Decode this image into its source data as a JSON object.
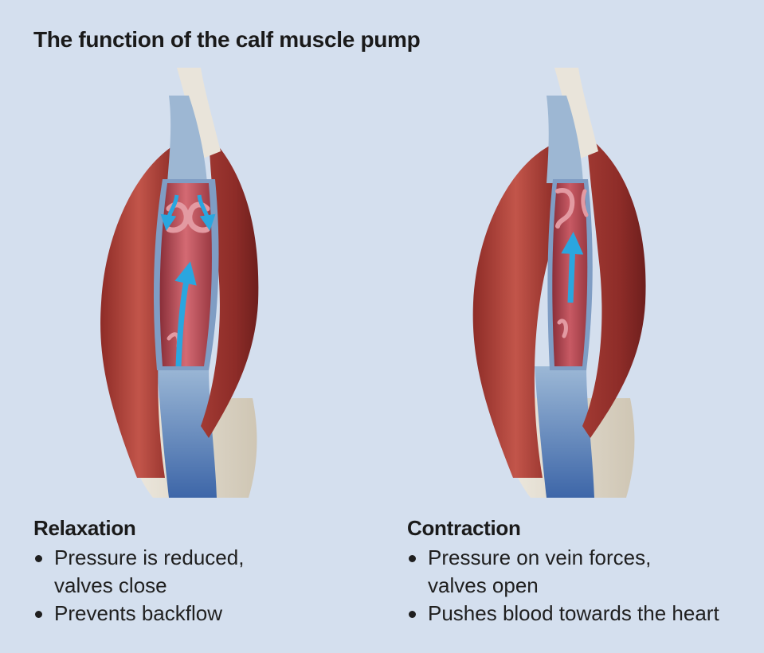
{
  "title": "The function of the calf muscle pump",
  "panels": [
    {
      "heading": "Relaxation",
      "bullets": [
        [
          "Pressure is reduced,",
          "valves close"
        ],
        [
          "Prevents backflow"
        ]
      ],
      "valves": "closed"
    },
    {
      "heading": "Contraction",
      "bullets": [
        [
          "Pressure on vein forces,",
          "valves open"
        ],
        [
          "Pushes blood towards the heart"
        ]
      ],
      "valves": "open"
    }
  ],
  "colors": {
    "background": "#d4dfee",
    "muscle": "#b3433a",
    "vein_interior": "#c2545c",
    "vein_wall": "#7f9dc4",
    "blood_flow_arrow": "#2aa6df",
    "valve": "#e39aa2"
  }
}
